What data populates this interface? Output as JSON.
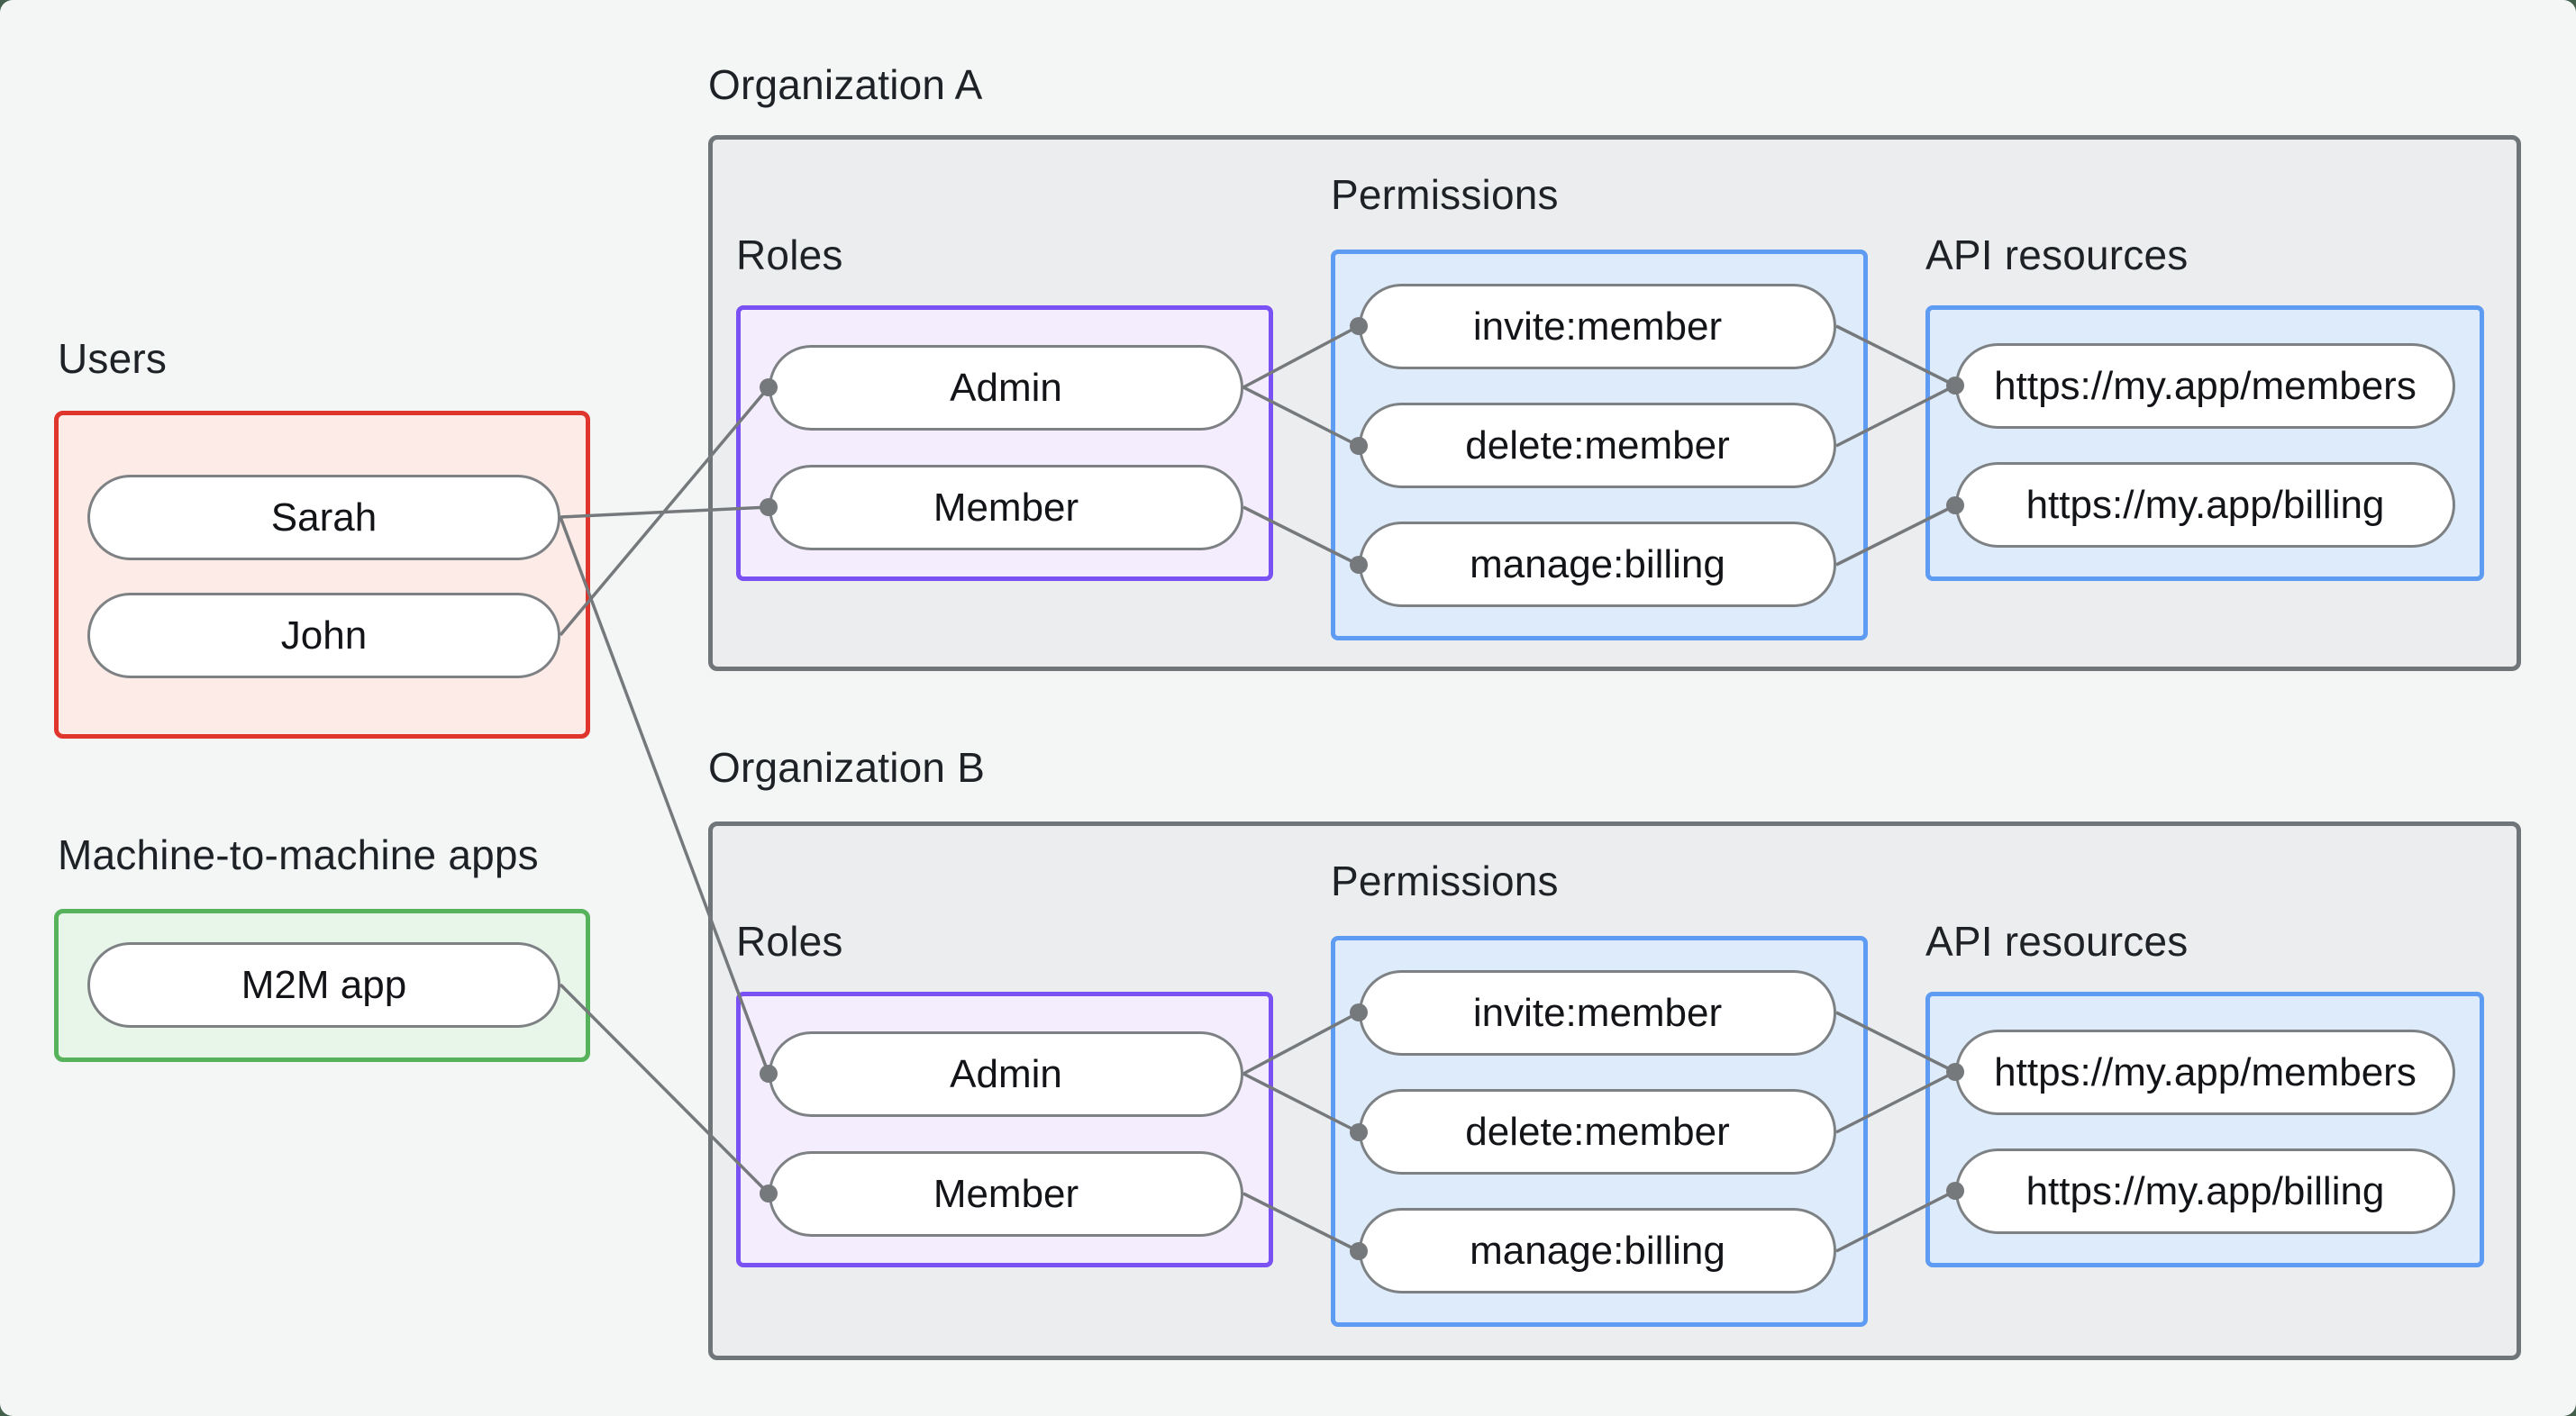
{
  "users": {
    "label": "Users",
    "items": [
      "Sarah",
      "John"
    ]
  },
  "m2m": {
    "label": "Machine-to-machine apps",
    "items": [
      "M2M app"
    ]
  },
  "org_a": {
    "label": "Organization A",
    "roles": {
      "label": "Roles",
      "items": [
        "Admin",
        "Member"
      ]
    },
    "permissions": {
      "label": "Permissions",
      "items": [
        "invite:member",
        "delete:member",
        "manage:billing"
      ]
    },
    "api_resources": {
      "label": "API resources",
      "items": [
        "https://my.app/members",
        "https://my.app/billing"
      ]
    }
  },
  "org_b": {
    "label": "Organization B",
    "roles": {
      "label": "Roles",
      "items": [
        "Admin",
        "Member"
      ]
    },
    "permissions": {
      "label": "Permissions",
      "items": [
        "invite:member",
        "delete:member",
        "manage:billing"
      ]
    },
    "api_resources": {
      "label": "API resources",
      "items": [
        "https://my.app/members",
        "https://my.app/billing"
      ]
    }
  },
  "connections": [
    {
      "from": "users:Sarah",
      "to": "org_a:roles:Member"
    },
    {
      "from": "users:John",
      "to": "org_a:roles:Admin"
    },
    {
      "from": "users:Sarah",
      "to": "org_b:roles:Admin"
    },
    {
      "from": "m2m:M2M app",
      "to": "org_b:roles:Member"
    },
    {
      "from": "org_a:roles:Admin",
      "to": "org_a:permissions:invite:member"
    },
    {
      "from": "org_a:roles:Admin",
      "to": "org_a:permissions:delete:member"
    },
    {
      "from": "org_a:roles:Member",
      "to": "org_a:permissions:manage:billing"
    },
    {
      "from": "org_a:permissions:invite:member",
      "to": "org_a:api:https://my.app/members"
    },
    {
      "from": "org_a:permissions:delete:member",
      "to": "org_a:api:https://my.app/members"
    },
    {
      "from": "org_a:permissions:manage:billing",
      "to": "org_a:api:https://my.app/billing"
    },
    {
      "from": "org_b:roles:Admin",
      "to": "org_b:permissions:invite:member"
    },
    {
      "from": "org_b:roles:Admin",
      "to": "org_b:permissions:delete:member"
    },
    {
      "from": "org_b:roles:Member",
      "to": "org_b:permissions:manage:billing"
    },
    {
      "from": "org_b:permissions:invite:member",
      "to": "org_b:api:https://my.app/members"
    },
    {
      "from": "org_b:permissions:delete:member",
      "to": "org_b:api:https://my.app/members"
    },
    {
      "from": "org_b:permissions:manage:billing",
      "to": "org_b:api:https://my.app/billing"
    }
  ],
  "colors": {
    "background": "#f4f6f5",
    "users_border": "#df352c",
    "users_fill": "#fcebe7",
    "m2m_border": "#57b25c",
    "m2m_fill": "#e8f5e9",
    "org_border": "#6f7579",
    "org_fill": "#ecedee",
    "roles_border": "#7a52f4",
    "roles_fill": "#f4edfe",
    "permissions_border": "#5e9bf2",
    "permissions_fill": "#deebfb",
    "wire": "#76797c",
    "text": "#17191c"
  }
}
